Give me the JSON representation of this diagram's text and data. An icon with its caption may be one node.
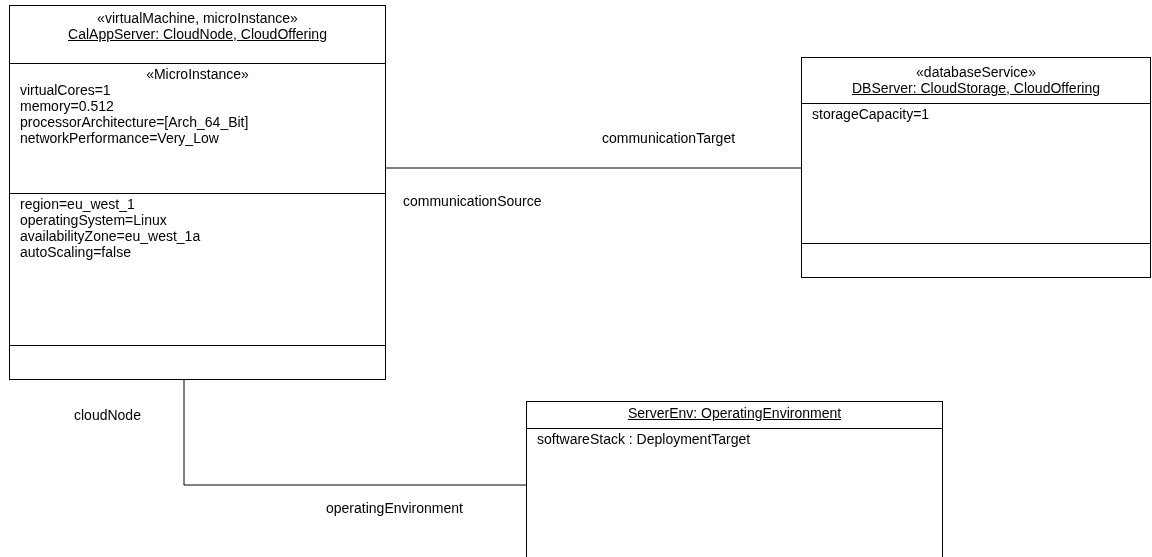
{
  "diagram": {
    "nodes": [
      {
        "text": [
          "«virtualMachine, microInstance»",
          "CalAppServer: CloudNode, CloudOffering",
          "«MicroInstance»",
          "virtualCores=1",
          "memory=0.512",
          "processorArchitecture=[Arch_64_Bit]",
          "networkPerformance=Very_Low",
          "region=eu_west_1",
          "operatingSystem=Linux",
          "availabilityZone=eu_west_1a",
          "autoScaling=false"
        ]
      },
      {
        "text": [
          "«databaseService»",
          "DBServer: CloudStorage, CloudOffering",
          "storageCapacity=1"
        ]
      },
      {
        "text": [
          "ServerEnv: OperatingEnvironment",
          "softwareStack : DeploymentTarget"
        ]
      }
    ],
    "edges": [
      {
        "from": 0,
        "to": 1,
        "arrow": "none"
      },
      {
        "from": 0,
        "to": 2,
        "arrow": "none"
      }
    ],
    "labels": [
      "communicationTarget",
      "communicationSource",
      "cloudNode",
      "operatingEnvironment"
    ]
  }
}
